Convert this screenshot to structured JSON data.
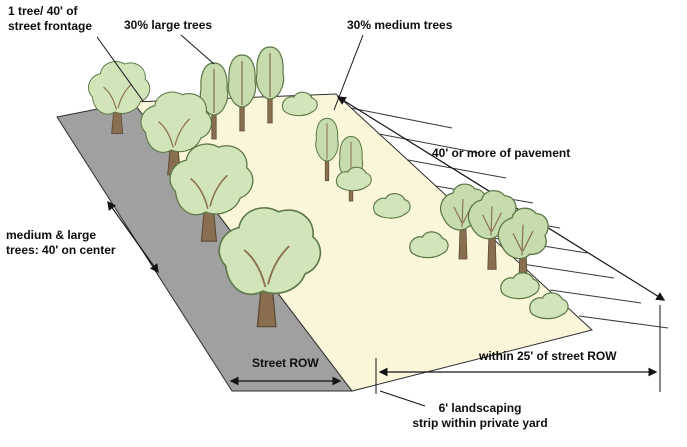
{
  "labels": {
    "street_frontage": "1 tree/ 40' of\nstreet frontage",
    "large_trees": "30% large trees",
    "medium_trees": "30% medium trees",
    "pavement": "40' or more of pavement",
    "tree_spacing": "medium & large\ntrees: 40' on center",
    "street_row": "Street ROW",
    "within_25": "within 25' of street ROW",
    "landscaping_strip": "6' landscaping\nstrip within private yard"
  },
  "colors": {
    "road": "#a0a0a0",
    "strip": "#faf6da",
    "canopy": "#d2e4ba",
    "canopy2": "#c6dcae",
    "canopy_stroke": "#5b7746",
    "trunk": "#8a6e52",
    "trunk_stroke": "#5d4a33"
  }
}
